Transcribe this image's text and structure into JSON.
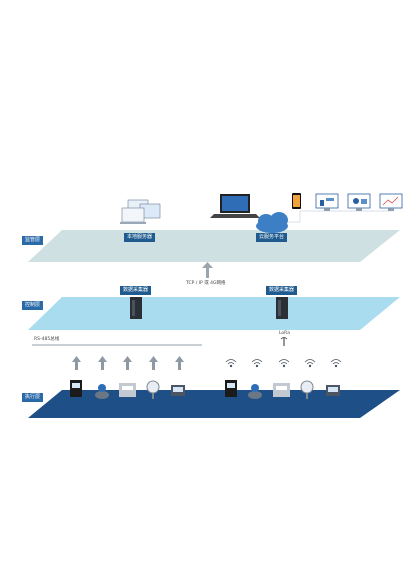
{
  "layers": {
    "monitor": "监管层",
    "control": "控制层",
    "execute": "执行层"
  },
  "nodes": {
    "local_server": "本地服务器",
    "cloud_platform": "云服务平台",
    "collector_left": "数据采集器",
    "collector_right": "数据采集器"
  },
  "links": {
    "tcp": "TCP / IP 或 4G网络",
    "rs485": "RS-485总线",
    "lora": "LoRa"
  },
  "colors": {
    "top_plane": "#cfe0e3",
    "mid_plane": "#a9dcef",
    "bottom_plane": "#1e4f86",
    "tag": "#1f5b8f"
  }
}
